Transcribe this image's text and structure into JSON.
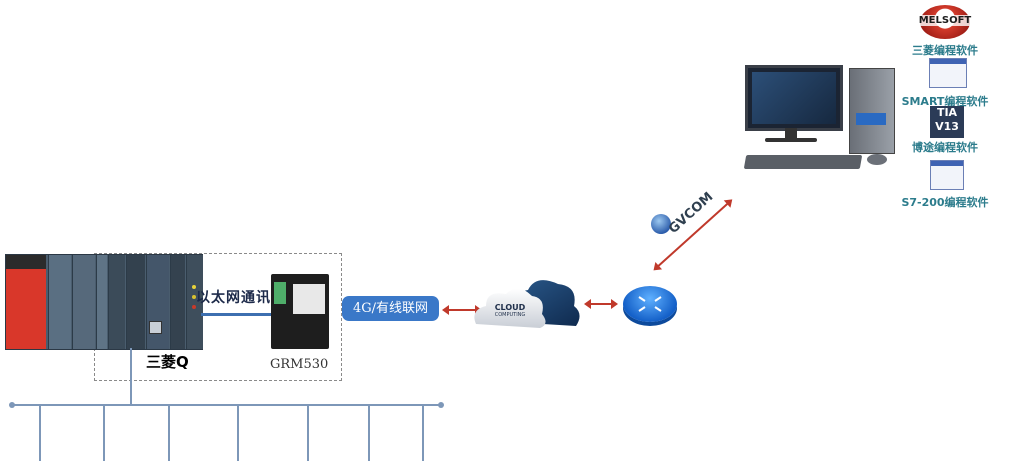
{
  "diagram": {
    "plc": {
      "label": "三菱Q"
    },
    "link": {
      "label": "以太网通讯"
    },
    "gateway": {
      "label": "GRM530"
    },
    "network": {
      "label": "4G/有线联网"
    },
    "cloud": {
      "line1": "CLOUD",
      "line2": "COMPUTING"
    },
    "tunnel": {
      "label": "GVCOM"
    },
    "software": [
      {
        "icon": "melsoft-icon",
        "logo_text": "MELSOFT",
        "label": "三菱编程软件"
      },
      {
        "icon": "smart-window-icon",
        "label": "SMART编程软件"
      },
      {
        "icon": "tia-v13-icon",
        "logo_text": "TIA V13",
        "label": "博途编程软件"
      },
      {
        "icon": "s7-200-window-icon",
        "label": "S7-200编程软件"
      }
    ],
    "bus": {
      "drops": 7
    }
  },
  "colors": {
    "link_blue": "#3d6fb0",
    "badge_blue": "#3a78c8",
    "arrow_red": "#c0392b",
    "software_label": "#2c7c8c",
    "bus_line": "#7d97b8"
  }
}
